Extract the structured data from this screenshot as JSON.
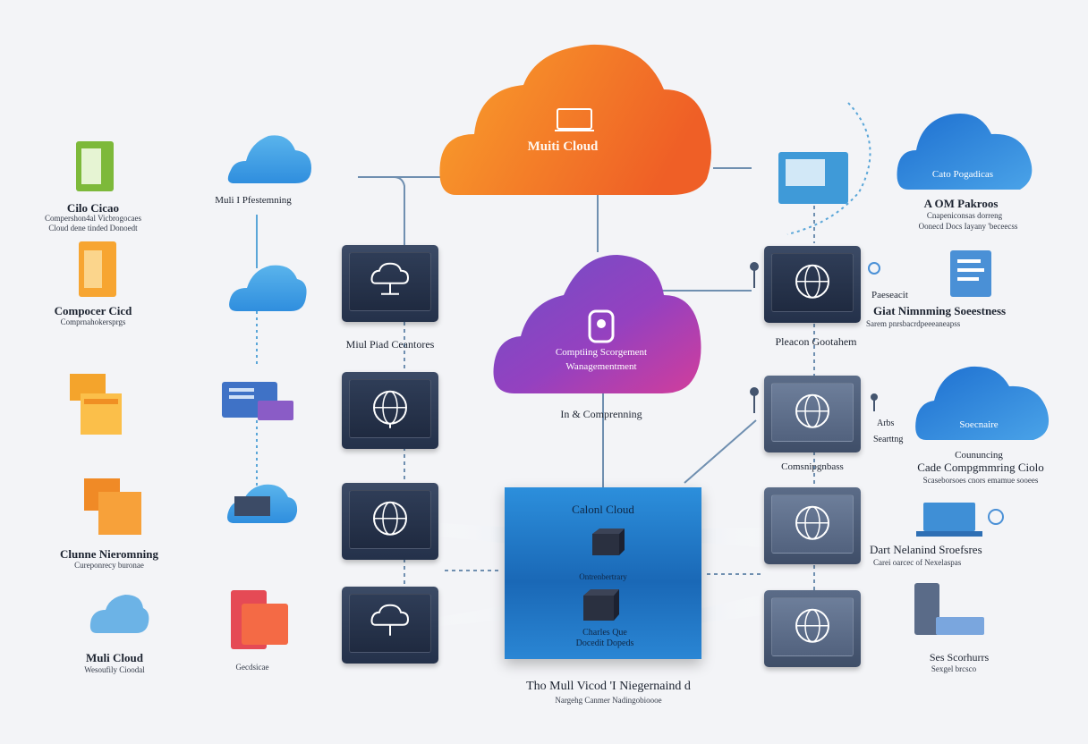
{
  "diagram": {
    "title": "Muiti Cloud",
    "center_cloud": {
      "line1": "Comptiing Scorgement",
      "line2": "Wanagementment"
    },
    "center_caption": "In & Comprenning",
    "blue_box": {
      "title": "Calonl Cloud",
      "middle_label": "Ontrenbertrary",
      "bottom_line1": "Charles Que",
      "bottom_line2": "Docedit Dopeds"
    },
    "footer": {
      "line1": "Tho Mull Vicod 'I Niegernaind d",
      "line2": "Nargehg Canmer Nadingobioooe"
    },
    "left_column": [
      {
        "title": "Cilo Cicao",
        "sub1": "Compershon4al Vicbrogocaes",
        "sub2": "Cloud dene tinded Donoedt"
      },
      {
        "title": "Compocer Cicd",
        "sub1": "Comprnahokersprgs",
        "sub2": ""
      },
      {
        "title": "Clunne Nieromning",
        "sub1": "Cureponrecy buronae",
        "sub2": ""
      },
      {
        "title": "Muli Cloud",
        "sub1": "Wesoufily Cioodal",
        "sub2": ""
      }
    ],
    "mid_left_labels": {
      "top": "Muli I Pfestemning",
      "panel_caption": "Miul Piad Ceantores",
      "server_caption": "Gecdsicae"
    },
    "right_clouds": [
      {
        "text": "Cato Pogadicas"
      },
      {
        "text": "Soecnaire"
      }
    ],
    "right_labels": {
      "aom_title": "A OM Pakroos",
      "aom_sub1": "Cnapeniconsas dorreng",
      "aom_sub2": "Oonecd Docs Iayany 'beceecss",
      "panel2_caption": "Pleacon Gootahem",
      "pres1": "Paeseacit",
      "pres2": "Giat Nimnming Soeestness",
      "pres3": "Sarem pnrsbacrdpeeeaneapss",
      "mid_small1": "Arbs",
      "mid_small2": "Searttng",
      "panel3_caption": "Comsnipgnbass",
      "cc_line1": "Coununcing",
      "cc_line2": "Cade Compgmmring Ciolo",
      "cc_line3": "Scaseborsoes cnors emamue sooees",
      "dart_title": "Dart Nelanind Sroefsres",
      "dart_sub": "Carei oarcec of Nexelaspas",
      "ser_title": "Ses Scorhurrs",
      "ser_sub": "Sexgel brcsco"
    },
    "colors": {
      "orange_cloud": "#f47a2a",
      "purple_cloud": "#9b3fc2",
      "blue_box": "#1f7ccc",
      "panel": "#2c3a55",
      "accent_blue": "#2f8ede"
    }
  }
}
